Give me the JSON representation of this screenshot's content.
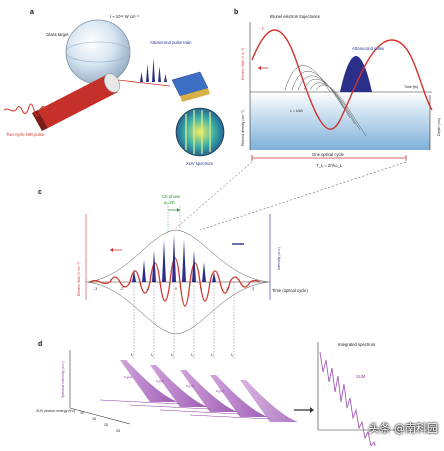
{
  "panel_a": {
    "label": "a",
    "intensity": "I ≈ 10¹⁵ W cm⁻²",
    "target": "Glass target",
    "pulse_train": "Attosecond pulse train",
    "nir": "Two-cycle NIR pulse",
    "xuv": "XUV spectrum"
  },
  "panel_b": {
    "label": "b",
    "trajectories": "Brunel electron trajectories",
    "attopulse": "Attosecond pulse",
    "efield": "Electric field (V m⁻¹)",
    "time": "Time (fs)",
    "E": "E",
    "plasma": "Plasma density (cm⁻³)",
    "depth": "Depth (nm)",
    "cycle": "One optical cycle",
    "tl": "T_L = 2π/ω_L",
    "lnp": "L ≈ λ/40"
  },
  "panel_c": {
    "label": "c",
    "ce_phase": "CE phase",
    "phi": "φ₀/2E",
    "efield": "Electric field (V cm⁻¹)",
    "intensity": "Intensity (a.u.)",
    "time": "Time (optical cycle)",
    "ticks": [
      "-3",
      "-2",
      "-1",
      "0",
      "1",
      "2",
      "3"
    ]
  },
  "panel_d": {
    "label": "d",
    "spectral": "Spectral intensity (a.u.)",
    "xuv_energy": "XUV photon energy (eV)",
    "integrated": "Integrated spectrum",
    "sum": "SUM",
    "t_labels": [
      "t₁",
      "t₂",
      "t₃",
      "t₄",
      "t₅",
      "t₆"
    ],
    "s_labels": [
      "s₁(ω)",
      "s₂(ω)",
      "s₃(ω)",
      "s₄(ω)"
    ],
    "energy_ticks": [
      "10",
      "15",
      "20",
      "25"
    ]
  },
  "watermark": "头条 @南科园",
  "colors": {
    "red": "#d0342c",
    "blue": "#2b2f8a",
    "purple": "#a25bb8",
    "sea": "#7fb0d8"
  }
}
